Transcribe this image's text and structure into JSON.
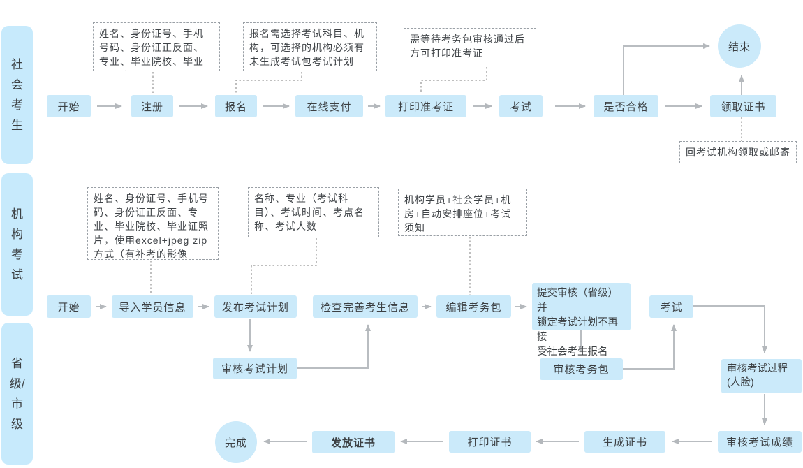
{
  "lanes": [
    {
      "label": "社会考生"
    },
    {
      "label": "机构考试"
    },
    {
      "label": "省级/市级"
    }
  ],
  "flow1": {
    "start": "开始",
    "register": "注册",
    "signup": "报名",
    "pay": "在线支付",
    "print_ticket": "打印准考证",
    "exam": "考试",
    "pass_check": "是否合格",
    "get_cert": "领取证书",
    "end": "结束",
    "note_register": "姓名、身份证号、手机号码、身份证正反面、专业、毕业院校、毕业证照片",
    "note_signup": "报名需选择考试科目、机构，可选择的机构必须有未生成考试包考试计划",
    "note_print": "需等待考务包审核通过后方可打印准考证",
    "note_get_cert": "回考试机构领取或邮寄"
  },
  "flow2": {
    "start": "开始",
    "import_students": "导入学员信息",
    "publish_plan": "发布考试计划",
    "check_info": "检查完善考生信息",
    "edit_package": "编辑考务包",
    "submit_review": "提交审核（省级）并\n锁定考试计划不再接\n受社会考生报名",
    "exam": "考试",
    "note_import": "姓名、身份证号、手机号码、身份证正反面、专业、毕业院校、毕业证照片，使用excel+jpeg zip方式（有补考的影像",
    "note_publish": "名称、专业（考试科目）、考试时间、考点名称、考试人数",
    "note_package": "机构学员+社会学员+机房+自动安排座位+考试须知"
  },
  "flow3": {
    "review_plan": "审核考试计划",
    "review_package": "审核考务包",
    "review_process": "审核考试过程\n(人脸)",
    "review_score": "审核考试成绩",
    "generate_cert": "生成证书",
    "print_cert": "打印证书",
    "issue_cert": "发放证书",
    "done": "完成"
  },
  "colors": {
    "node_fill": "#cbeafa",
    "lane_fill": "#c7eafc",
    "arrow": "#b9bdc1",
    "text": "#3c4043"
  }
}
